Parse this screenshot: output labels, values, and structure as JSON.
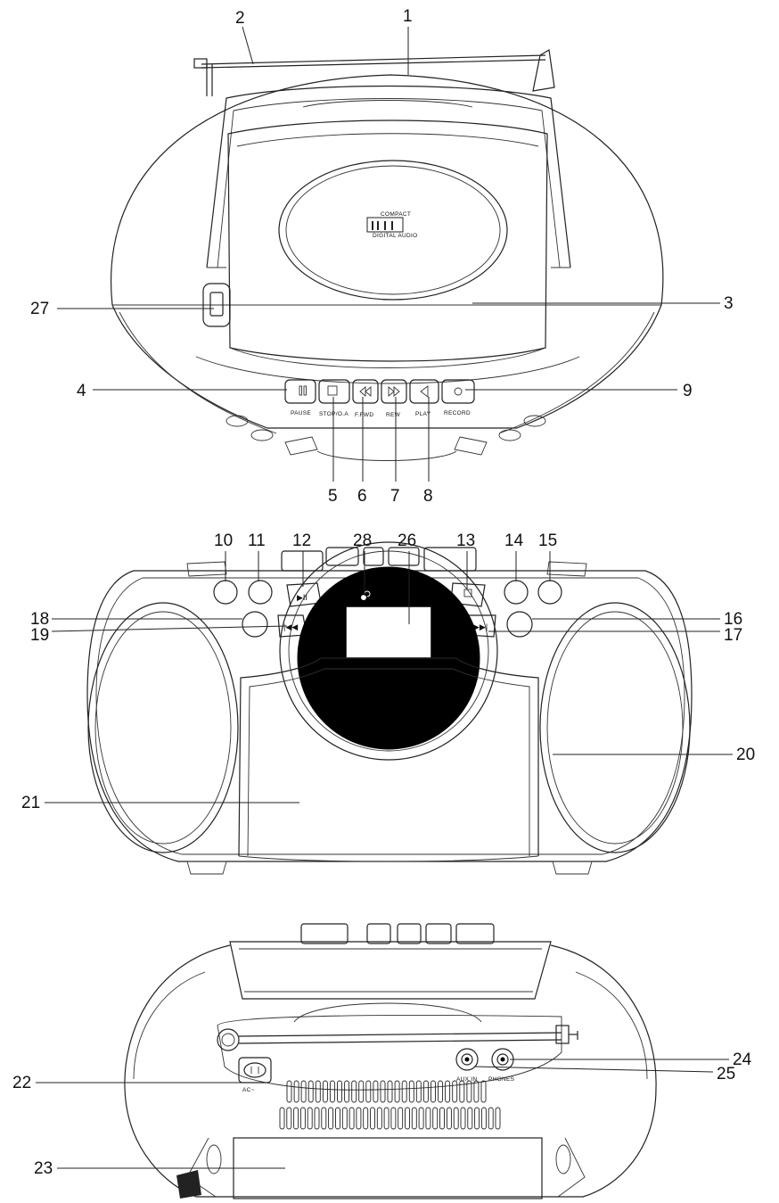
{
  "callouts": {
    "c1": "1",
    "c2": "2",
    "c3": "3",
    "c4": "4",
    "c5": "5",
    "c6": "6",
    "c7": "7",
    "c8": "8",
    "c9": "9",
    "c10": "10",
    "c11": "11",
    "c12": "12",
    "c13": "13",
    "c14": "14",
    "c15": "15",
    "c16": "16",
    "c17": "17",
    "c18": "18",
    "c19": "19",
    "c20": "20",
    "c21": "21",
    "c22": "22",
    "c23": "23",
    "c24": "24",
    "c25": "25",
    "c26": "26",
    "c27": "27",
    "c28": "28"
  },
  "button_labels": {
    "pause": "PAUSE",
    "stop": "STOP/O.A",
    "fwd": "F.FWD",
    "rew": "REW",
    "play": "PLAY",
    "record": "RECORD"
  },
  "jack_labels": {
    "aux": "AUX IN",
    "phones": "PHONES",
    "ac": "AC~"
  },
  "logo": {
    "line1": "COMPACT",
    "line2": "DIGITAL AUDIO"
  }
}
